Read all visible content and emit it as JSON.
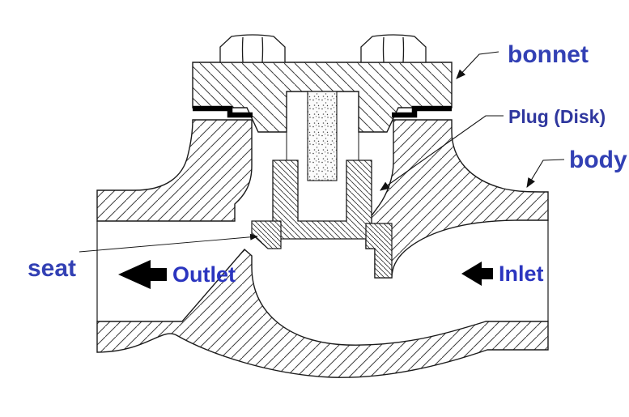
{
  "diagram": {
    "type": "engineering-cross-section",
    "subject": "lift check valve",
    "labels": {
      "bonnet": "bonnet",
      "plug_disk": "Plug (Disk)",
      "body": "body",
      "seat": "seat",
      "outlet": "Outlet",
      "inlet": "Inlet"
    },
    "flow": {
      "outlet_arrow_direction": "left",
      "inlet_arrow_direction": "left"
    },
    "colors": {
      "label_blue": "#3240b4",
      "flow_label_blue": "#2b35bf",
      "line_black": "#1a1a1a",
      "gasket_black": "#000000",
      "background": "#ffffff"
    }
  }
}
